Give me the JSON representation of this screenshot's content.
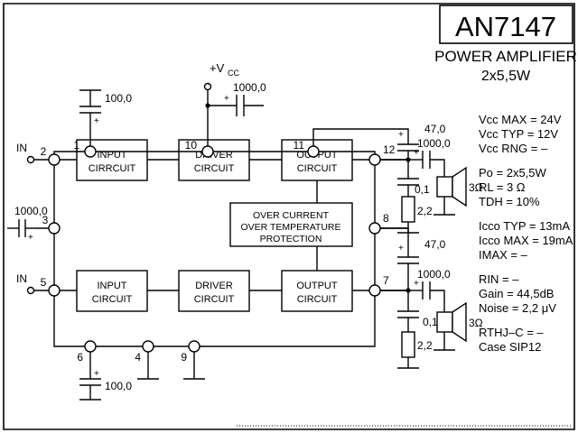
{
  "title_block": {
    "part_number": "AN7147",
    "subtitle": "POWER AMPLIFIER",
    "power_rating": "2x5,5W"
  },
  "specifications": [
    {
      "name": "Vcc",
      "sub": "MAX",
      "value": "= 24V"
    },
    {
      "name": "Vcc",
      "sub": "TYP",
      "value": "= 12V"
    },
    {
      "name": "Vcc",
      "sub": "RNG",
      "value": "= –"
    },
    {
      "name": "P",
      "sub": "O",
      "value": "= 2x5,5W"
    },
    {
      "name": "R",
      "sub": "L",
      "value": "= 3 Ω"
    },
    {
      "name": "TDH",
      "sub": "",
      "value": "= 10%"
    },
    {
      "name": "I",
      "sub": "CCO TYP",
      "value": "= 13mA"
    },
    {
      "name": "I",
      "sub": "CCO MAX",
      "value": "= 19mA"
    },
    {
      "name": "I",
      "sub": "MAX",
      "value": "=   –"
    },
    {
      "name": "R",
      "sub": "IN",
      "value": "= –"
    },
    {
      "name": "Gain",
      "sub": "",
      "value": "= 44,5dB"
    },
    {
      "name": "Noise",
      "sub": "",
      "value": "= 2,2 μV"
    },
    {
      "name": "R",
      "sub": "THJ–C",
      "value": "= –"
    },
    {
      "name": "Case",
      "sub": "",
      "value": "SIP12"
    }
  ],
  "spec_lines": [
    "Vcc MAX = 24V",
    "Vcc TYP  = 12V",
    "Vcc RNG = –",
    "Po   = 2x5,5W",
    "RL   = 3 Ω",
    "TDH = 10%",
    "Icco TYP = 13mA",
    "Icco MAX = 19mA",
    "IMAX  =   –",
    "RIN   = –",
    "Gain  = 44,5dB",
    "Noise = 2,2 μV",
    "RTHJ–C = –",
    "Case  SIP12"
  ],
  "blocks": {
    "input_top_line1": "INPUT",
    "input_top_line2": "CIRRCUIT",
    "driver_top_line1": "DRIVER",
    "driver_top_line2": "CIRCUIT",
    "output_top_line1": "OUTPUT",
    "output_top_line2": "CIRCUIT",
    "input_bottom_line1": "INPUT",
    "input_bottom_line2": "CIRCUIT",
    "driver_bottom_line1": "DRIVER",
    "driver_bottom_line2": "CIRCUIT",
    "output_bottom_line1": "OUTPUT",
    "output_bottom_line2": "CIRCUIT",
    "protection_line1": "OVER CURRENT",
    "protection_line2": "OVER TEMPERATURE",
    "protection_line3": "PROTECTION"
  },
  "pins": {
    "p1": "1",
    "p2": "2",
    "p3": "3",
    "p4": "4",
    "p5": "5",
    "p6": "6",
    "p7": "7",
    "p8": "8",
    "p9": "9",
    "p10": "10",
    "p11": "11",
    "p12": "12"
  },
  "terminals": {
    "in_top": "IN",
    "in_bottom": "IN",
    "supply": "+V",
    "supply_sub": "CC"
  },
  "components": {
    "cap_pin1": "100,0",
    "cap_pin10": "1000,0",
    "cap_pin3": "1000,0",
    "cap_pin6": "100,0",
    "cap_top_47": "47,0",
    "cap_top_1000": "1000,0",
    "cap_top_01": "0,1",
    "res_top_22": "2,2",
    "spk_top": "3Ω",
    "cap_bot_47": "47,0",
    "cap_bot_1000": "1000,0",
    "cap_bot_01": "0,1",
    "res_bot_22": "2,2",
    "spk_bot": "3Ω",
    "plus": "+"
  },
  "colors": {
    "line": "#000000",
    "background": "#ffffff"
  }
}
